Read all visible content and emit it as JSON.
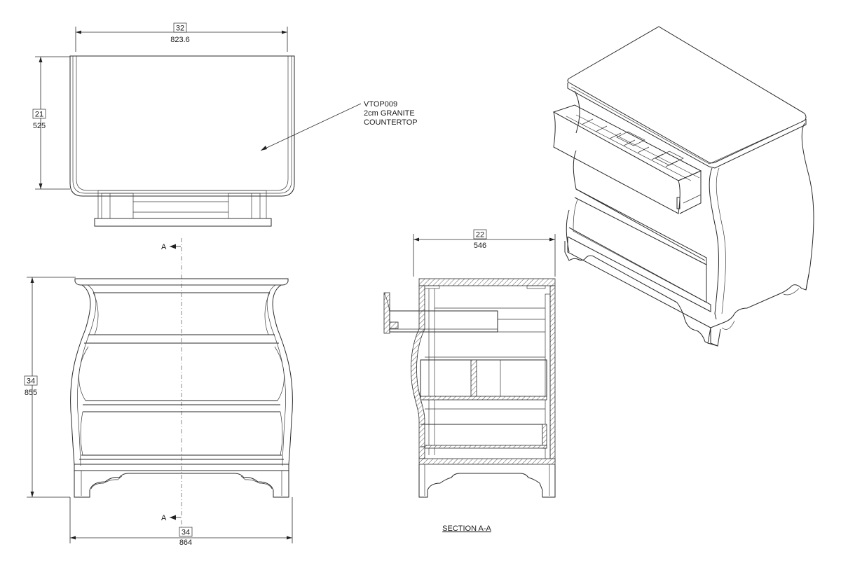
{
  "dimensions": {
    "top_width": {
      "in": "32",
      "mm": "823.6"
    },
    "top_depth": {
      "in": "21",
      "mm": "525"
    },
    "front_height": {
      "in": "34",
      "mm": "855"
    },
    "front_width": {
      "in": "34",
      "mm": "864"
    },
    "section_depth": {
      "in": "22",
      "mm": "546"
    }
  },
  "callout": {
    "line1": "VTOP009",
    "line2": "2cm GRANITE",
    "line3": "COUNTERTOP"
  },
  "section_marker": "A",
  "section_title": "SECTION A-A"
}
